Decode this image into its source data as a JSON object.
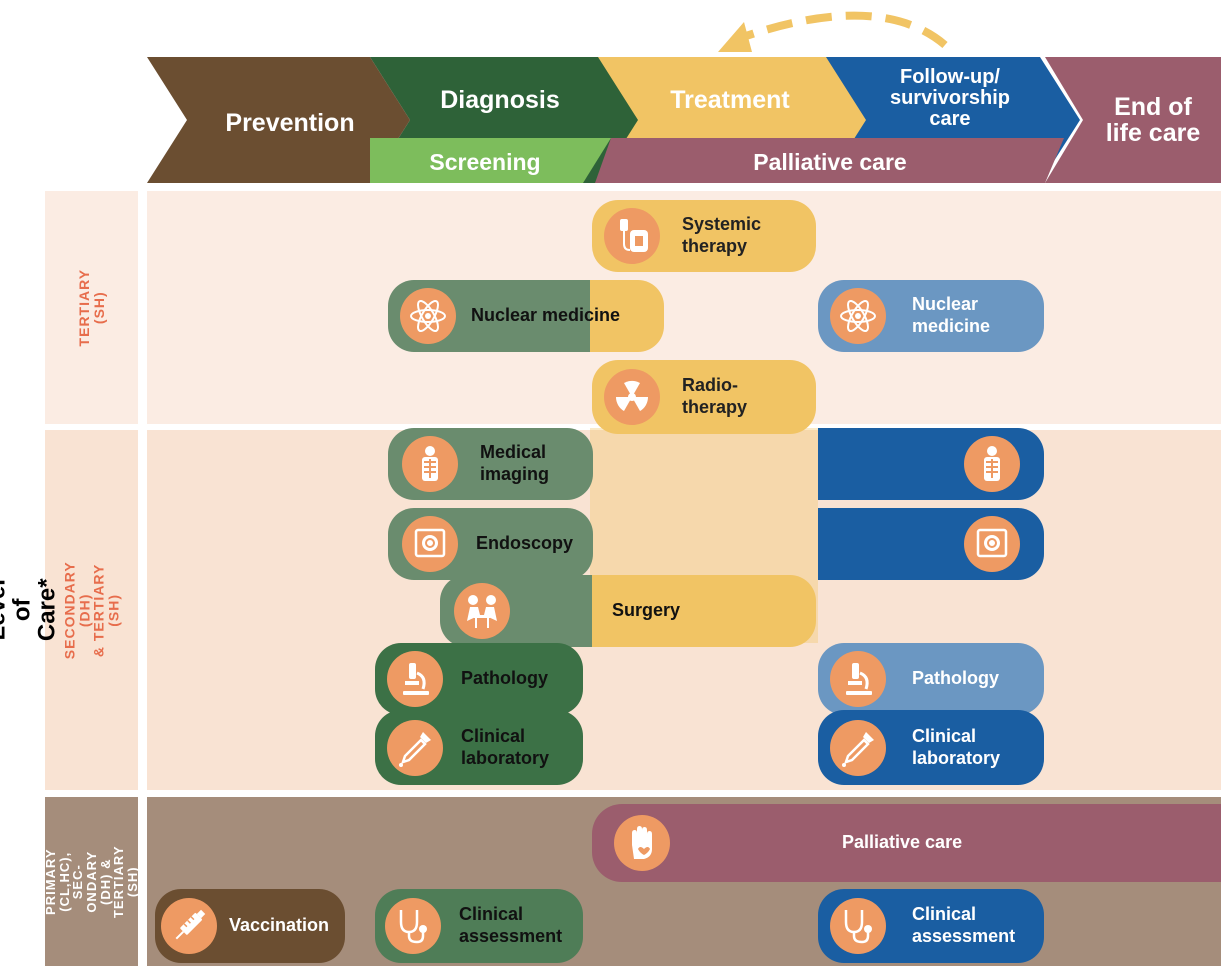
{
  "stages": {
    "prevention": "Prevention",
    "diagnosis": "Diagnosis",
    "treatment": "Treatment",
    "followup": "Follow-up/\nsurvivorship\ncare",
    "endoflife": "End of\nlife care"
  },
  "sub_stages": {
    "screening": "Screening",
    "palliative": "Palliative care"
  },
  "axis_label": "Level of Care*",
  "levels": {
    "tertiary": "TERTIARY (SH)",
    "secondary": "SECONDARY (DH)\n& TERTIARY (SH)",
    "primary": "PRIMARY\n(CL,HC), SEC-\nONDARY (DH) &\nTERTIARY (SH)"
  },
  "services": {
    "systemic_therapy": "Systemic\ntherapy",
    "nuclear_medicine_diag": "Nuclear medicine",
    "nuclear_medicine_follow": "Nuclear\nmedicine",
    "radiotherapy": "Radio-\ntherapy",
    "medical_imaging": "Medical\nimaging",
    "endoscopy": "Endoscopy",
    "surgery": "Surgery",
    "pathology_diag": "Pathology",
    "pathology_follow": "Pathology",
    "clinical_lab_diag": "Clinical\nlaboratory",
    "clinical_lab_follow": "Clinical\nlaboratory",
    "palliative_care": "Palliative care",
    "vaccination": "Vaccination",
    "clinical_assessment_diag": "Clinical\nassessment",
    "clinical_assessment_follow": "Clinical\nassessment"
  },
  "colors": {
    "prevention": "#6b4e31",
    "diagnosis": "#2e6238",
    "screening": "#7dbd5c",
    "treatment": "#f1c464",
    "followup": "#1a5ea2",
    "palliative": "#9b5d6d",
    "tertiary_bg": "#fbece3",
    "secondary_bg": "#f9e3d3",
    "primary_bg": "#a58d7b",
    "icon": "#ee9a63",
    "label_red": "#e76d4c"
  },
  "icons": {
    "systemic_therapy": "iv-drip-icon",
    "nuclear_medicine": "atom-icon",
    "radiotherapy": "radiation-icon",
    "medical_imaging": "xray-person-icon",
    "endoscopy": "endoscope-monitor-icon",
    "surgery": "surgeons-icon",
    "pathology": "microscope-icon",
    "clinical_lab": "pipette-icon",
    "palliative_care": "hand-icon",
    "vaccination": "syringe-icon",
    "clinical_assessment": "stethoscope-icon"
  }
}
